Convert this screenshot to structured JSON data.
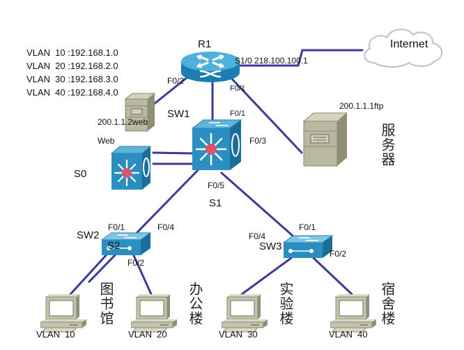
{
  "vlan_table": [
    {
      "vlan": "VLAN  10",
      "subnet": ":192.168.1.0"
    },
    {
      "vlan": "VLAN  20",
      "subnet": ":192.168.2.0"
    },
    {
      "vlan": "VLAN  30",
      "subnet": ":192.168.3.0"
    },
    {
      "vlan": "VLAN  40",
      "subnet": ":192.168.4.0"
    }
  ],
  "devices": {
    "router": {
      "name": "R1",
      "serial_port": "S1/0  218.100.100.1",
      "port_f02": "F0/2",
      "port_f01": "F0/1"
    },
    "internet": {
      "label": "Internet"
    },
    "web_server": {
      "ip": "200.1.1.2web",
      "label": "Web"
    },
    "ftp_server": {
      "ip": "200.1.1.1ftp",
      "label_cn": "服务器"
    },
    "core_switch": {
      "name": "SW1",
      "alt_name": "S1",
      "port_f01": "F0/1",
      "port_f03": "F0/3",
      "port_f05": "F0/5"
    },
    "backup_switch": {
      "name": "S0"
    },
    "sw2": {
      "name": "SW2",
      "alt_name": "S2",
      "port_f01": "F0/1",
      "port_f04": "F0/4",
      "port_f02": "F0/2"
    },
    "sw3": {
      "name": "SW3",
      "port_f04": "F0/4",
      "port_f01": "F0/1",
      "port_f02": "F0/2"
    }
  },
  "hosts": [
    {
      "vlan": "VLAN  10",
      "building": "图书馆"
    },
    {
      "vlan": "VLAN  20",
      "building": "办公楼"
    },
    {
      "vlan": "VLAN  30",
      "building": "实验楼"
    },
    {
      "vlan": "VLAN  40",
      "building": "宿舍楼"
    }
  ],
  "colors": {
    "link": "#3a3a9c",
    "device_blue": "#2a8fc0",
    "device_blue_dark": "#1a6f98",
    "device_top": "#7fc6e6",
    "red_core": "#d9556a",
    "server_body": "#b9b8a0",
    "server_side": "#8f8e76",
    "pc_body": "#c4c4ac",
    "cloud_stroke": "#b8c4c8"
  }
}
